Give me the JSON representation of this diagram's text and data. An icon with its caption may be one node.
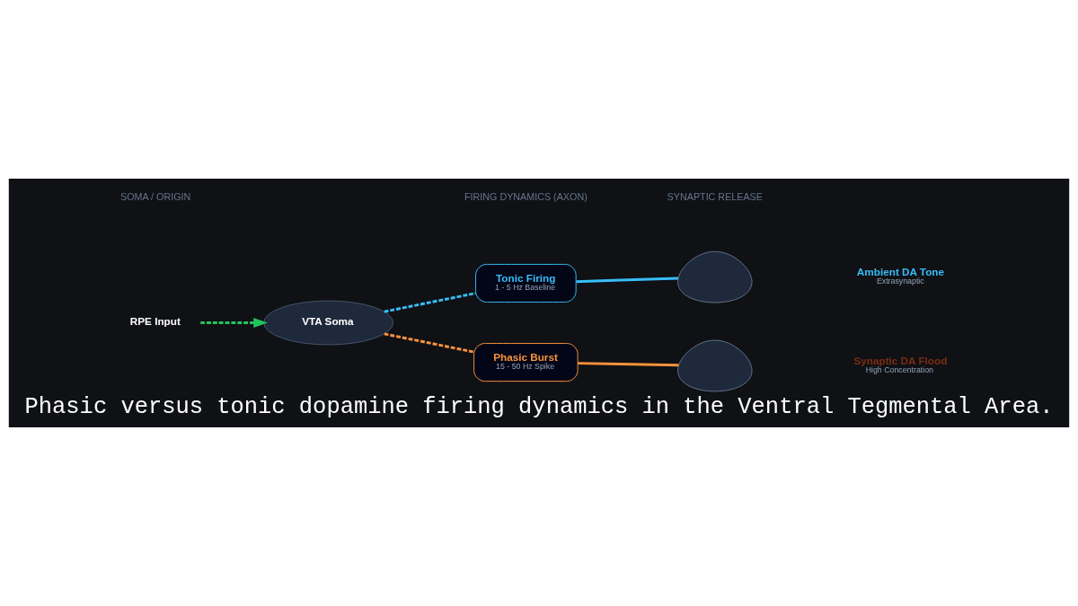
{
  "diagram": {
    "title": "Phasic versus tonic dopamine firing dynamics in the Ventral Tegmental Area.",
    "nodes": [
      {
        "text": [
          "RPE Input"
        ]
      },
      {
        "text": [
          "VTA Soma"
        ]
      },
      {
        "text": [
          "Tonic Firing",
          "1 - 5 Hz Baseline"
        ]
      },
      {
        "text": [
          "Phasic Burst",
          "15 - 50 Hz Spike"
        ]
      },
      {
        "text": [],
        "shape": "cloud"
      },
      {
        "text": [],
        "shape": "cloud"
      },
      {
        "text": [
          "Ambient DA Tone",
          "Extrasynaptic"
        ]
      },
      {
        "text": [
          "Synaptic DA Flood",
          "High Concentration"
        ]
      }
    ],
    "edges": [
      {
        "from": 0,
        "to": 1,
        "arrow": "to",
        "style": "dashed",
        "color": "#22c55e"
      },
      {
        "from": 1,
        "to": 2,
        "arrow": "none",
        "style": "dashed",
        "color": "#38bdf8"
      },
      {
        "from": 1,
        "to": 3,
        "arrow": "none",
        "style": "dashed",
        "color": "#fb923c"
      },
      {
        "from": 2,
        "to": 4,
        "arrow": "none",
        "color": "#38bdf8"
      },
      {
        "from": 3,
        "to": 5,
        "arrow": "none",
        "color": "#fb923c"
      }
    ],
    "labels": [
      "SOMA / ORIGIN",
      "FIRING DYNAMICS (AXON)",
      "SYNAPTIC RELEASE"
    ]
  }
}
